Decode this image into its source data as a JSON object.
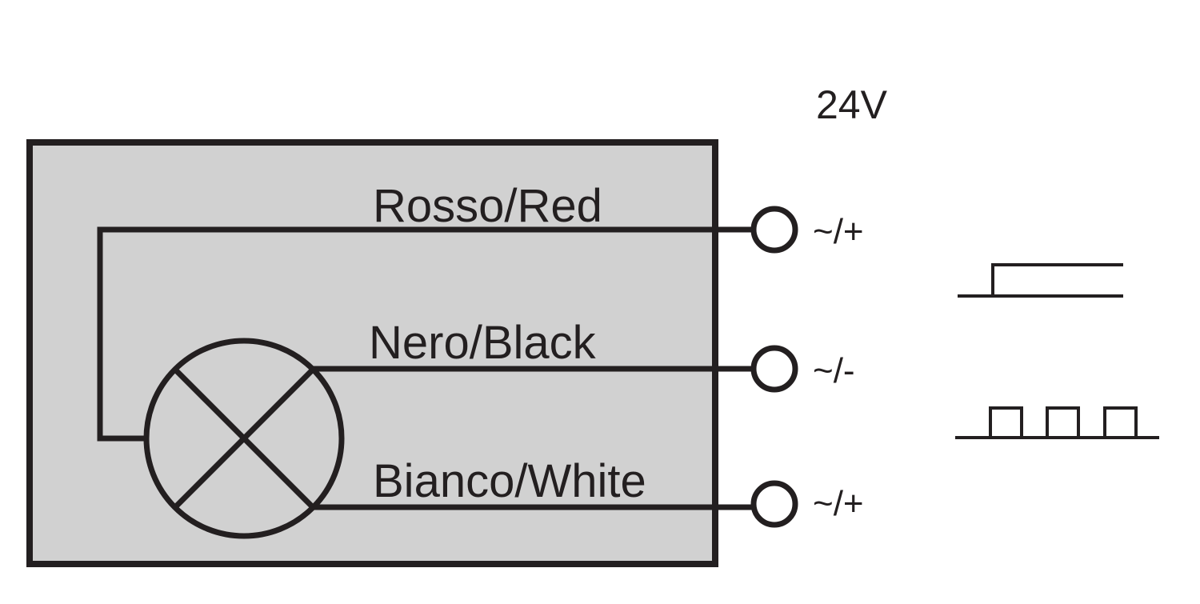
{
  "voltage": "24V",
  "colors": {
    "line": "#231f20",
    "enclosure_fill": "#d1d1d1",
    "background": "#ffffff"
  },
  "wires": [
    {
      "label": "Rosso/Red",
      "terminal": "~/+"
    },
    {
      "label": "Nero/Black",
      "terminal": "~/-"
    },
    {
      "label": "Bianco/White",
      "terminal": "~/+"
    }
  ],
  "icons": {
    "lamp": "lamp-cross-icon",
    "steady_signal": "steady-signal-icon",
    "flashing_signal": "flashing-signal-icon"
  }
}
